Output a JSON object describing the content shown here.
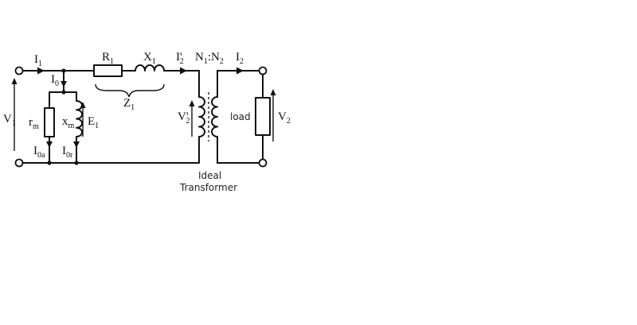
{
  "labels": {
    "v1": {
      "main": "V",
      "sub": "1"
    },
    "i1": {
      "main": "I",
      "sub": "1"
    },
    "i0": {
      "main": "I",
      "sub": "0"
    },
    "rm": {
      "main": "r",
      "sub": "m"
    },
    "xm": {
      "main": "x",
      "sub": "m"
    },
    "e1": {
      "main": "E",
      "sub": "1"
    },
    "i0a": {
      "main": "I",
      "sub": "0a"
    },
    "i0r": {
      "main": "I",
      "sub": "0r"
    },
    "r1": {
      "main": "R",
      "sub": "1"
    },
    "x1": {
      "main": "X",
      "sub": "1"
    },
    "z1": {
      "main": "Z",
      "sub": "1"
    },
    "i2p": {
      "main": "I'",
      "sub": "2"
    },
    "v2p": {
      "main": "V'",
      "sub": "2"
    },
    "ratio": {
      "n1": "N",
      "n1_sub": "1",
      "sep": ":",
      "n2": "N",
      "n2_sub": "2"
    },
    "i2": {
      "main": "I",
      "sub": "2"
    },
    "v2": {
      "main": "V",
      "sub": "2"
    },
    "load": "load",
    "ideal_line1": "Ideal",
    "ideal_line2": "Transformer"
  }
}
